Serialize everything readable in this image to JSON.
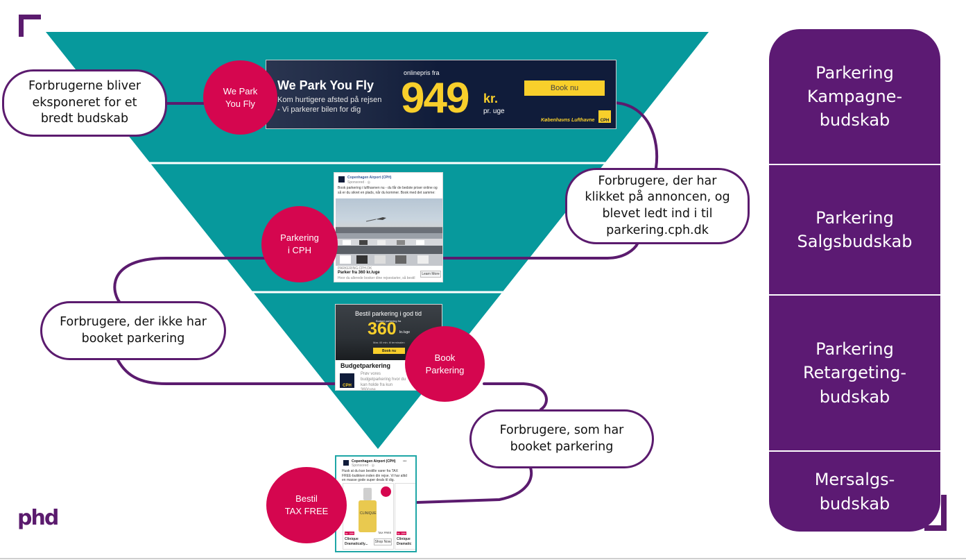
{
  "colors": {
    "teal": "#07999c",
    "purple": "#5b1b6e",
    "panel": "#5c1a73",
    "magenta": "#d5064f",
    "ad_dark": "#101c3a",
    "yellow": "#f8cf2b"
  },
  "funnel_circles": [
    {
      "label": "We Park\nYou Fly"
    },
    {
      "label": "Parkering\ni CPH"
    },
    {
      "label": "Book\nParkering"
    },
    {
      "label": "Bestil\nTAX FREE"
    }
  ],
  "callouts": [
    {
      "text": "Forbrugerne bliver\neksponeret for et\nbredt budskab"
    },
    {
      "text": "Forbrugere, der har\nklikket på annoncen, og\nblevet ledt ind i til\nparkering.cph.dk"
    },
    {
      "text": "Forbrugere, der ikke har\nbooket parkering"
    },
    {
      "text": "Forbrugere, som har\nbooket parkering"
    }
  ],
  "sidebar": {
    "sections": [
      {
        "label": "Parkering\nKampagne-\nbudskab"
      },
      {
        "label": "Parkering\nSalgsbudskab"
      },
      {
        "label": "Parkering\nRetargeting-\nbudskab"
      },
      {
        "label": "Mersalgs-\nbudskab"
      }
    ]
  },
  "banner_ad": {
    "headline": "We Park You Fly",
    "subline": "Kom hurtigere afsted på rejsen\n- Vi parkerer bilen for dig",
    "price_prefix": "onlinepris fra",
    "price": "949",
    "currency": "kr.",
    "period": "pr. uge",
    "cta": "Book nu",
    "brand": "Københavns Lufthavne",
    "logo": "CPH"
  },
  "fb_post_1": {
    "page": "Copenhagen Airport (CPH)",
    "meta": "Sponsored · ◎",
    "body": "Book parkering i lufthavnen nu - du får de bedste priser online og så er du sikret en plads, når du kommer. Book med det samme:",
    "domain": "PARKERING.CPH.DK",
    "title": "Parker fra 360 kr./uge",
    "desc": "Hvor du allerede booker dine rejsestarter, så bestil",
    "cta": "Learn More"
  },
  "display_ad": {
    "headline": "Bestil parkering i god tid",
    "small": "Budget parkering fra",
    "price": "360",
    "unit": "kr./uge",
    "note": "Max 40 min. til terminalen",
    "cta": "Book nu",
    "title": "Budgetparkering",
    "body": "Prøv vores budgetparkering hvor du kan holde fra kun 360/uge.",
    "logo": "CPH"
  },
  "fb_post_2": {
    "page": "Copenhagen Airport (CPH)",
    "meta": "Sponsored · ◎",
    "more": "•••",
    "body": "Husk at du kan bestille varer fra TAX FREE-butikken inden din rejse. Vi har altid en masse gode super deals til dig.",
    "product_brand": "CLINIQUE",
    "price_tag": "kr. 289",
    "price_tag_2": "kr. 289",
    "badge": "TAX FREE",
    "product_name": "Clinique\nDramatically...",
    "product_name_2": "Clinique\nDramatic",
    "cta": "Shop Now"
  },
  "brand_logo": "phd"
}
